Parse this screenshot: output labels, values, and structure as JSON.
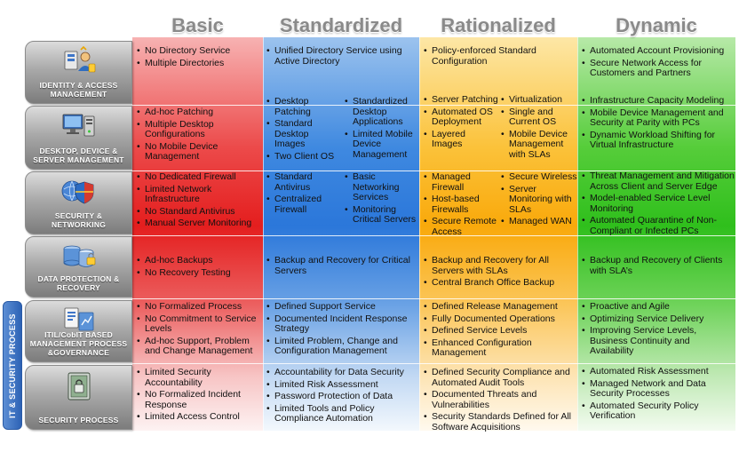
{
  "columns": [
    {
      "key": "basic",
      "label": "Basic"
    },
    {
      "key": "standardized",
      "label": "Standardized"
    },
    {
      "key": "rationalized",
      "label": "Rationalized"
    },
    {
      "key": "dynamic",
      "label": "Dynamic"
    }
  ],
  "side_label": "IT & SECURITY PROCESS",
  "rows": [
    {
      "label": "IDENTITY & ACCESS MANAGEMENT",
      "icon": "identity-access-icon",
      "basic": [
        "No Directory Service",
        "Multiple Directories"
      ],
      "standardized": [
        "Unified Directory Service using Active Directory"
      ],
      "rationalized": [
        "Policy-enforced Standard Configuration"
      ],
      "dynamic": [
        "Automated Account Provisioning",
        "Secure Network Access for Customers and Partners"
      ]
    },
    {
      "label": "DESKTOP, DEVICE & SERVER MANAGEMENT",
      "icon": "desktop-server-icon",
      "basic": [
        "Ad-hoc Patching",
        "Multiple Desktop Configurations",
        "No Mobile Device Management"
      ],
      "standardized_a": [
        "Desktop Patching",
        "Standard Desktop Images",
        "Two Client OS"
      ],
      "standardized_b": [
        "Standardized Desktop Applications",
        "Limited Mobile Device Management"
      ],
      "rationalized_a": [
        "Server Patching",
        "Automated OS Deployment",
        "Layered Images"
      ],
      "rationalized_b": [
        "Virtualization",
        "Single and Current OS",
        "Mobile Device Management with SLAs"
      ],
      "dynamic": [
        "Infrastructure Capacity Modeling",
        "Mobile Device Management and Security at Parity with PCs",
        "Dynamic Workload Shifting for Virtual Infrastructure"
      ]
    },
    {
      "label": "SECURITY & NETWORKING",
      "icon": "security-shield-icon",
      "basic": [
        "No Dedicated Firewall",
        "Limited Network Infrastructure",
        "No Standard Antivirus",
        "Manual Server Monitoring"
      ],
      "standardized_a": [
        "Standard Antivirus",
        "Centralized Firewall"
      ],
      "standardized_b": [
        "Basic Networking Services",
        "Monitoring Critical Servers"
      ],
      "rationalized_a": [
        "Managed Firewall",
        "Host-based Firewalls",
        "Secure Remote Access"
      ],
      "rationalized_b": [
        "Secure Wireless",
        "Server Monitoring with SLAs",
        "Managed WAN"
      ],
      "dynamic": [
        "Threat Management and Mitigation Across Client and Server Edge",
        "Model-enabled Service Level Monitoring",
        "Automated Quarantine of Non-Compliant or Infected PCs"
      ]
    },
    {
      "label": "DATA PROTECTION & RECOVERY",
      "icon": "data-protection-icon",
      "basic": [
        "Ad-hoc Backups",
        "No Recovery Testing"
      ],
      "standardized": [
        "Backup and Recovery for Critical Servers"
      ],
      "rationalized": [
        "Backup and Recovery for All Servers with SLAs",
        "Central Branch Office Backup"
      ],
      "dynamic": [
        "Backup and Recovery of Clients with SLA’s"
      ]
    },
    {
      "label": "ITIL/CobIT BASED MANAGEMENT PROCESS &GOVERNANCE",
      "icon": "itil-process-icon",
      "basic": [
        "No Formalized Process",
        "No Commitment to Service Levels",
        "Ad-hoc Support, Problem and Change Management"
      ],
      "standardized": [
        "Defined Support Service",
        "Documented Incident Response Strategy",
        "Limited Problem, Change and Configuration Management"
      ],
      "rationalized": [
        "Defined Release Management",
        "Fully Documented Operations",
        "Defined Service Levels",
        "Enhanced Configuration Management"
      ],
      "dynamic": [
        "Proactive and Agile",
        "Optimizing Service Delivery",
        "Improving Service Levels, Business Continuity and Availability"
      ]
    },
    {
      "label": "SECURITY PROCESS",
      "icon": "security-lock-icon",
      "basic": [
        "Limited Security Accountability",
        "No Formalized Incident Response",
        "Limited Access Control"
      ],
      "standardized": [
        "Accountability for Data Security",
        "Limited Risk Assessment",
        "Password Protection of Data",
        "Limited Tools and Policy Compliance Automation"
      ],
      "rationalized": [
        "Defined Security Compliance and Automated Audit Tools",
        "Documented Threats and Vulnerabilities",
        "Security Standards Defined for All Software Acquisitions"
      ],
      "dynamic": [
        "Automated Risk Assessment",
        "Managed Network and Data Security Processes",
        "Automated Security Policy Verification"
      ]
    }
  ]
}
